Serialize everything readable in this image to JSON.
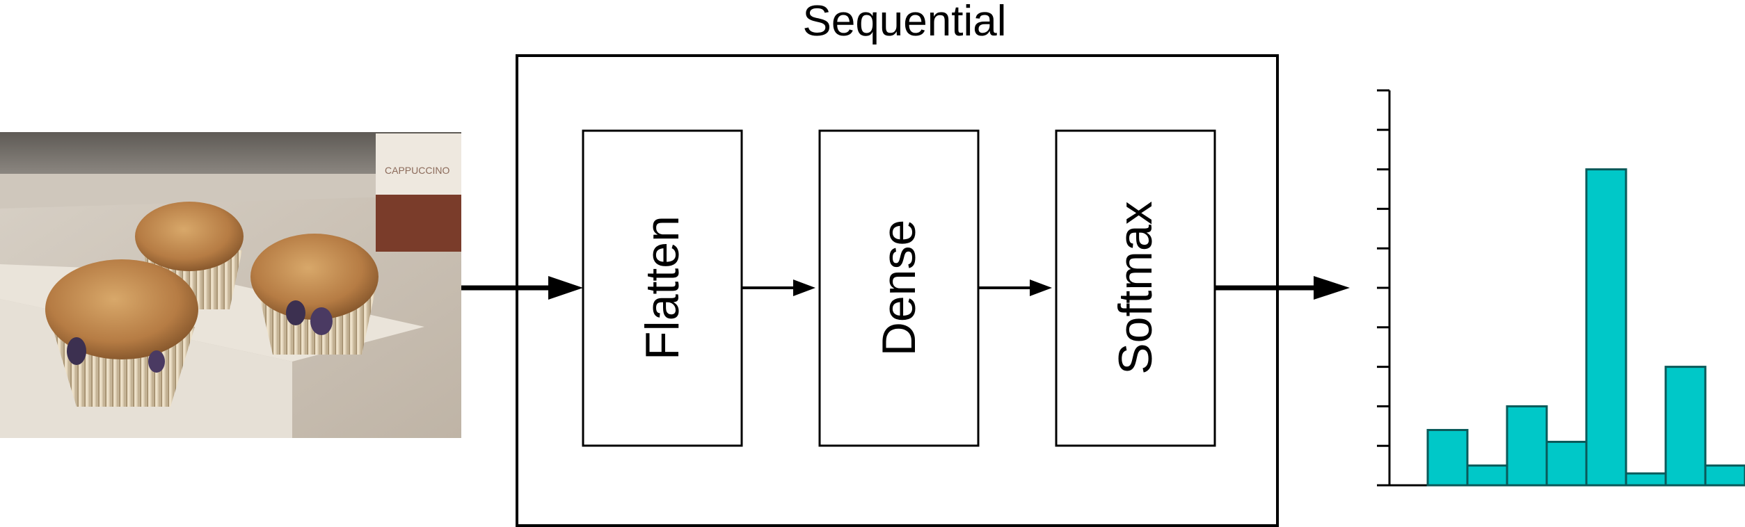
{
  "diagram": {
    "container_title": "Sequential",
    "layers": [
      {
        "name": "Flatten"
      },
      {
        "name": "Dense"
      },
      {
        "name": "Softmax"
      }
    ],
    "input": {
      "description": "photo of three blueberry muffins on a napkin with a cup in background",
      "cup_text": "CAPPUCCINO"
    },
    "output": {
      "type": "bar"
    }
  },
  "chart_data": {
    "type": "bar",
    "values": [
      0.14,
      0.05,
      0.2,
      0.11,
      0.8,
      0.03,
      0.3,
      0.05
    ],
    "ylim": [
      0,
      1
    ],
    "yticks": 10,
    "bar_color": "#00c8c8",
    "title": "",
    "xlabel": "",
    "ylabel": ""
  }
}
